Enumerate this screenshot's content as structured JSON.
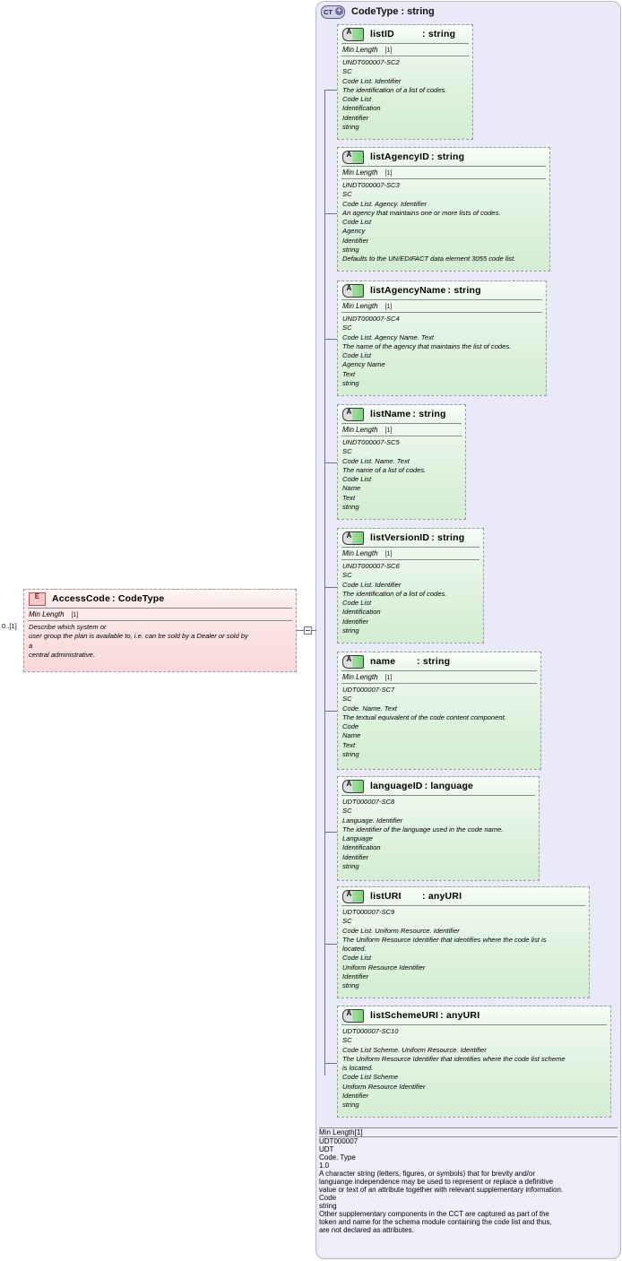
{
  "diagram": {
    "title": "XSD schema diagram — AccessCode : CodeType",
    "cardinality_label": "0..[1]",
    "facet_label": "Min Length",
    "facet_cardinality": "[1]"
  },
  "complex_type": {
    "icon": "complextype-expand-icon",
    "icon_label": "CT",
    "icon_plus": "+",
    "title": "CodeType : string"
  },
  "element": {
    "icon": "element-icon",
    "name": "AccessCode",
    "type": ": CodeType",
    "facet": "Min Length",
    "facet_card": "[1]",
    "doc": [
      "Describe which system or",
      "user group the plan is available to, i.e. can be sold by a Dealer or sold by",
      "a",
      "central administrative."
    ]
  },
  "attributes": [
    {
      "icon": "attribute-icon",
      "name": "listID",
      "type": ": string",
      "facet": "Min Length",
      "facet_card": "[1]",
      "doc": [
        "UNDT000007-SC2",
        "SC",
        "Code List. Identifier",
        "The identification of a list of codes.",
        "Code List",
        "Identification",
        "Identifier",
        "string"
      ]
    },
    {
      "icon": "attribute-icon",
      "name": "listAgencyID",
      "type": ": string",
      "facet": "Min Length",
      "facet_card": "[1]",
      "doc": [
        "UNDT000007-SC3",
        "SC",
        "Code List. Agency. Identifier",
        "An agency that maintains one or more lists of codes.",
        "Code List",
        "Agency",
        "Identifier",
        "string",
        "Defaults to the UN/EDIFACT data element 3055 code list."
      ]
    },
    {
      "icon": "attribute-icon",
      "name": "listAgencyName",
      "type": ": string",
      "facet": "Min Length",
      "facet_card": "[1]",
      "doc": [
        "UNDT000007-SC4",
        "SC",
        "Code List. Agency Name. Text",
        "The name of the agency that maintains the list of codes.",
        "Code List",
        "Agency Name",
        "Text",
        "string"
      ]
    },
    {
      "icon": "attribute-icon",
      "name": "listName",
      "type": ": string",
      "facet": "Min Length",
      "facet_card": "[1]",
      "doc": [
        "UNDT000007-SC5",
        "SC",
        "Code List. Name. Text",
        "The name of a list of codes.",
        "Code List",
        "Name",
        "Text",
        "string"
      ]
    },
    {
      "icon": "attribute-icon",
      "name": "listVersionID",
      "type": ": string",
      "facet": "Min Length",
      "facet_card": "[1]",
      "doc": [
        "UNDT000007-SC6",
        "SC",
        "Code List. Identifier",
        "The identification of a list of codes.",
        "Code List",
        "Identification",
        "Identifier",
        "string"
      ]
    },
    {
      "icon": "attribute-icon",
      "name": "name",
      "type": ": string",
      "facet": "Min Length",
      "facet_card": "[1]",
      "doc": [
        "UDT000007-SC7",
        "SC",
        "Code. Name. Text",
        "The textual equivalent of the code content component.",
        "Code",
        "Name",
        "Text",
        "string"
      ]
    },
    {
      "icon": "attribute-icon",
      "name": "languageID",
      "type": ": language",
      "facet": "",
      "facet_card": "",
      "doc": [
        "UDT000007-SC8",
        "SC",
        "Language. Identifier",
        "The identifier of the language used in the code name.",
        "Language",
        "Identification",
        "Identifier",
        "string"
      ]
    },
    {
      "icon": "attribute-icon",
      "name": "listURI",
      "type": ": anyURI",
      "facet": "",
      "facet_card": "",
      "doc": [
        "UDT000007-SC9",
        "SC",
        "Code List. Uniform Resource. Identifier",
        "The Uniform Resource Identifier that identifies where the code list is",
        "located.",
        "Code List",
        "Uniform Resource Identifier",
        "Identifier",
        "string"
      ]
    },
    {
      "icon": "attribute-icon",
      "name": "listSchemeURI",
      "type": ": anyURI",
      "facet": "",
      "facet_card": "",
      "doc": [
        "UDT000007-SC10",
        "SC",
        "Code List Scheme. Uniform Resource. Identifier",
        "The Uniform Resource Identifier that identifies where the code list scheme",
        "is located.",
        "Code List Scheme",
        "Uniform Resource Identifier",
        "Identifier",
        "string"
      ]
    }
  ],
  "base_panel": {
    "facet": "Min Length",
    "facet_card": "[1]",
    "doc": [
      "UDT000007",
      "UDT",
      "Code. Type",
      "1.0",
      "A character string (letters, figures, or symbols) that for brevity and/or",
      "languange independence may be used to represent or replace a definitive",
      "value or text of an attribute together with relevant supplementary information.",
      "Code",
      "string",
      "Other supplementary components in the CCT are captured as part of the",
      "token and name for the schema module containing the code list and thus,",
      "are not declared as attributes."
    ]
  },
  "colors": {
    "container_bg": "#e9e9f7",
    "attribute_bg": "#dff2df",
    "element_bg": "#fae0e0",
    "base_panel_bg": "#eeeefa",
    "connector": "#6f6f8f"
  }
}
